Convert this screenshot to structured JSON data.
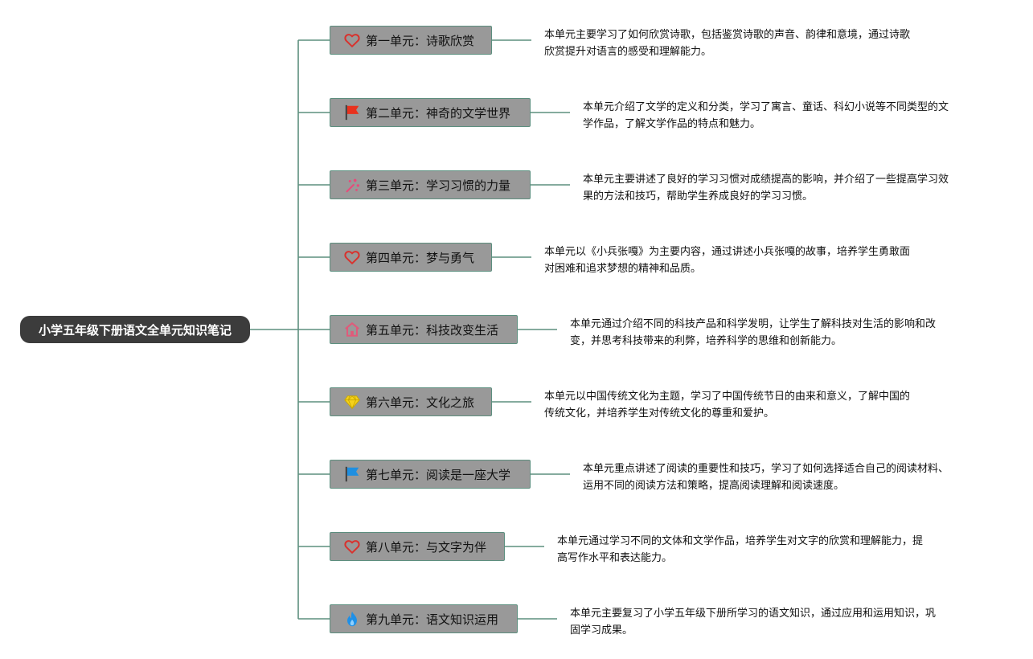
{
  "root": {
    "title": "小学五年级下册语文全单元知识笔记"
  },
  "colors": {
    "connector": "#5d8f7f",
    "root_bg": "#3c3c3c",
    "node_bg": "#999999"
  },
  "units": [
    {
      "icon": "heart-icon",
      "title": "第一单元：诗歌欣赏",
      "desc": "本单元主要学习了如何欣赏诗歌，包括鉴赏诗歌的声音、韵律和意境，通过诗歌\n欣赏提升对语言的感受和理解能力。"
    },
    {
      "icon": "red-flag-icon",
      "title": "第二单元：神奇的文学世界",
      "desc": "本单元介绍了文学的定义和分类，学习了寓言、童话、科幻小说等不同类型的文\n学作品，了解文学作品的特点和魅力。"
    },
    {
      "icon": "sparkle-icon",
      "title": "第三单元：学习习惯的力量",
      "desc": "本单元主要讲述了良好的学习习惯对成绩提高的影响，并介绍了一些提高学习效\n果的方法和技巧，帮助学生养成良好的学习习惯。"
    },
    {
      "icon": "heart-icon",
      "title": "第四单元：梦与勇气",
      "desc": "本单元以《小兵张嘎》为主要内容，通过讲述小兵张嘎的故事，培养学生勇敢面\n对困难和追求梦想的精神和品质。"
    },
    {
      "icon": "home-icon",
      "title": "第五单元：科技改变生活",
      "desc": "本单元通过介绍不同的科技产品和科学发明，让学生了解科技对生活的影响和改\n变，并思考科技带来的利弊，培养科学的思维和创新能力。"
    },
    {
      "icon": "diamond-icon",
      "title": "第六单元：文化之旅",
      "desc": "本单元以中国传统文化为主题，学习了中国传统节日的由来和意义，了解中国的\n传统文化，并培养学生对传统文化的尊重和爱护。"
    },
    {
      "icon": "blue-flag-icon",
      "title": "第七单元：阅读是一座大学",
      "desc": "本单元重点讲述了阅读的重要性和技巧，学习了如何选择适合自己的阅读材料、\n运用不同的阅读方法和策略，提高阅读理解和阅读速度。"
    },
    {
      "icon": "heart-icon",
      "title": "第八单元：与文字为伴",
      "desc": "本单元通过学习不同的文体和文学作品，培养学生对文字的欣赏和理解能力，提\n高写作水平和表达能力。"
    },
    {
      "icon": "fire-icon",
      "title": "第九单元：语文知识运用",
      "desc": "本单元主要复习了小学五年级下册所学习的语文知识，通过应用和运用知识，巩\n固学习成果。"
    }
  ]
}
